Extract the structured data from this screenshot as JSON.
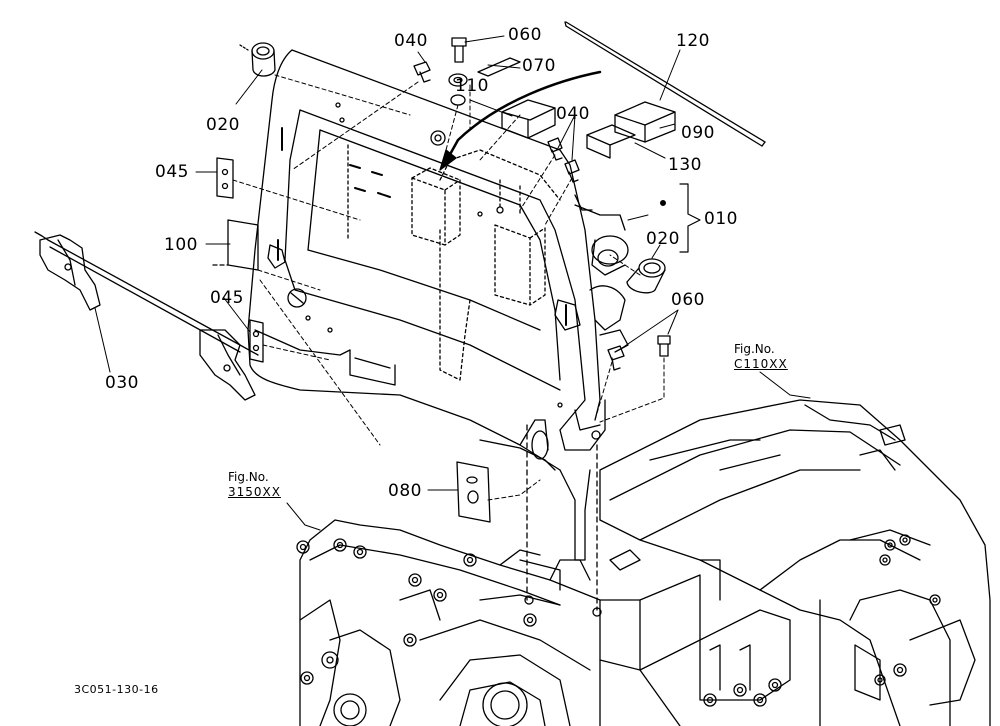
{
  "diagram": {
    "part_labels": {
      "p010": "010",
      "p020a": "020",
      "p020b": "020",
      "p030": "030",
      "p040a": "040",
      "p040b": "040",
      "p045a": "045",
      "p045b": "045",
      "p060a": "060",
      "p060b": "060",
      "p070": "070",
      "p080": "080",
      "p090": "090",
      "p100": "100",
      "p110": "110",
      "p120": "120",
      "p130": "130"
    },
    "figure_refs": {
      "right": {
        "prefix": "Fig.No.",
        "number": "C110XX"
      },
      "left": {
        "prefix": "Fig.No.",
        "number": "3150XX"
      }
    },
    "document_id": "3C051-130-16"
  }
}
